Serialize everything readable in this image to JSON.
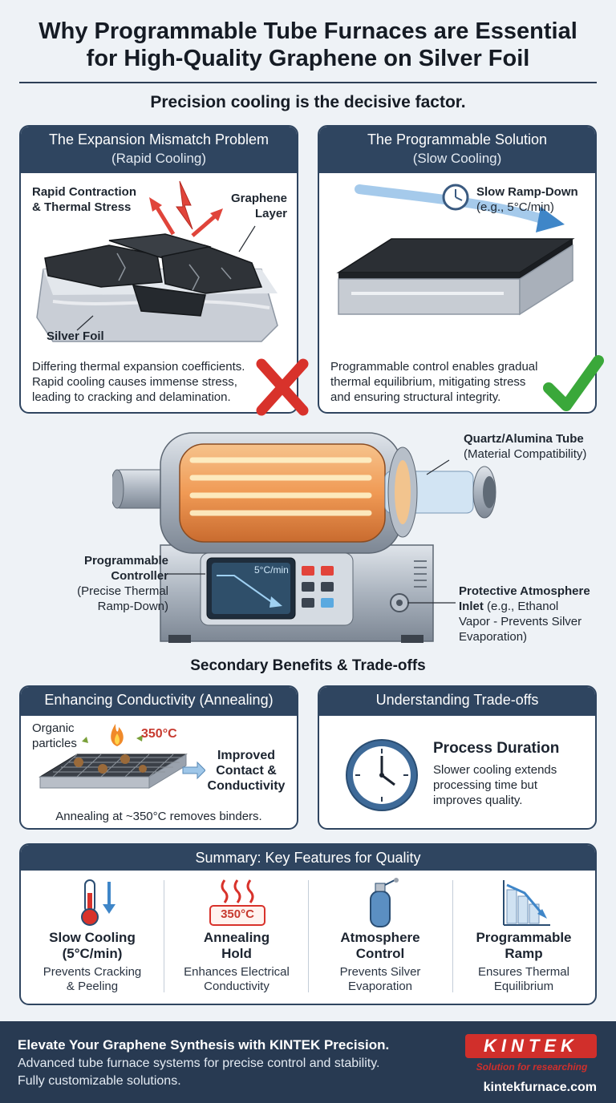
{
  "title_line1": "Why Programmable Tube Furnaces are Essential",
  "title_line2": "for High-Quality Graphene on Silver Foil",
  "subtitle": "Precision cooling is the decisive factor.",
  "problem": {
    "heading": "The Expansion Mismatch Problem",
    "subheading": "(Rapid Cooling)",
    "label_stress_1": "Rapid Contraction",
    "label_stress_2": "& Thermal Stress",
    "label_graphene_1": "Graphene",
    "label_graphene_2": "Layer",
    "label_foil": "Silver Foil",
    "desc_1": "Differing thermal expansion coefficients.",
    "desc_2": "Rapid cooling causes immense stress,",
    "desc_3": "leading to cracking and delamination."
  },
  "solution": {
    "heading": "The Programmable Solution",
    "subheading": "(Slow Cooling)",
    "ramp_label": "Slow Ramp-Down",
    "ramp_example": "(e.g., 5°C/min)",
    "desc_1": "Programmable control enables gradual",
    "desc_2": "thermal equilibrium, mitigating stress",
    "desc_3": "and ensuring structural integrity."
  },
  "furnace": {
    "tube_label": "Quartz/Alumina Tube",
    "tube_note": "(Material Compatibility)",
    "controller_label_1": "Programmable",
    "controller_label_2": "Controller",
    "controller_note_1": "(Precise Thermal",
    "controller_note_2": "Ramp-Down)",
    "screen_text": "5°C/min",
    "inlet_label_1": "Protective Atmosphere",
    "inlet_label_2": "Inlet",
    "inlet_note_1": "(e.g., Ethanol",
    "inlet_note_2": "Vapor - Prevents Silver",
    "inlet_note_3": "Evaporation)"
  },
  "benefits_title": "Secondary Benefits & Trade-offs",
  "conductivity": {
    "heading": "Enhancing Conductivity (Annealing)",
    "organic_1": "Organic",
    "organic_2": "particles",
    "temp": "350°C",
    "result_1": "Improved",
    "result_2": "Contact &",
    "result_3": "Conductivity",
    "note": "Annealing at ~350°C removes binders."
  },
  "tradeoffs": {
    "heading": "Understanding Trade-offs",
    "item_title": "Process Duration",
    "item_1": "Slower cooling extends",
    "item_2": "processing time but",
    "item_3": "improves quality."
  },
  "summary": {
    "heading": "Summary: Key Features for Quality",
    "features": [
      {
        "title_1": "Slow Cooling",
        "title_2": "(5°C/min)",
        "desc_1": "Prevents Cracking",
        "desc_2": "& Peeling",
        "icon": "thermometer-down-icon"
      },
      {
        "title_1": "Annealing",
        "title_2": "Hold",
        "desc_1": "Enhances Electrical",
        "desc_2": "Conductivity",
        "icon": "heating-350-icon",
        "badge": "350°C"
      },
      {
        "title_1": "Atmosphere",
        "title_2": "Control",
        "desc_1": "Prevents Silver",
        "desc_2": "Evaporation",
        "icon": "gas-cylinder-icon"
      },
      {
        "title_1": "Programmable",
        "title_2": "Ramp",
        "desc_1": "Ensures Thermal",
        "desc_2": "Equilibrium",
        "icon": "ramp-chart-icon"
      }
    ]
  },
  "footer": {
    "headline": "Elevate Your Graphene Synthesis with KINTEK Precision.",
    "line_1": "Advanced tube furnace systems for precise control and stability.",
    "line_2": "Fully customizable solutions.",
    "logo": "KINTEK",
    "tagline": "Solution for researching",
    "website": "kintekfurnace.com"
  },
  "colors": {
    "navy": "#2f4560",
    "error_red": "#d8322b",
    "success_green": "#3aa83a",
    "accent_blue": "#3f86c8",
    "brand_red": "#d12f2b"
  }
}
